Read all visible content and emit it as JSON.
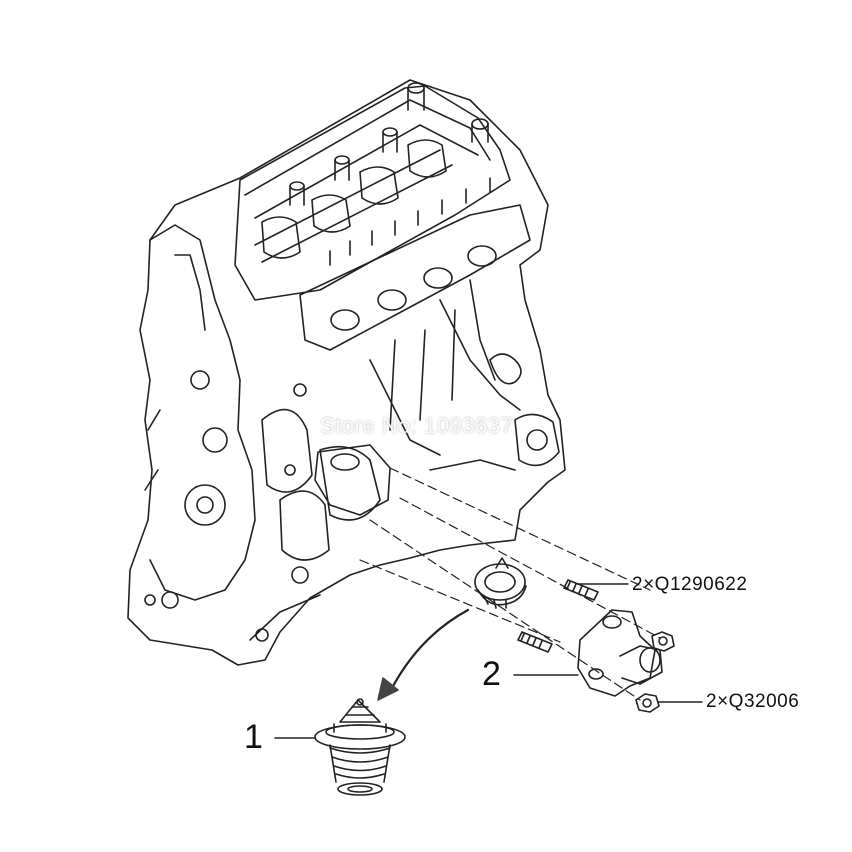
{
  "callouts": {
    "item1": "1",
    "item2": "2",
    "stud_part": "2×Q1290622",
    "nut_part": "2×Q32006"
  },
  "watermark": "Store No: 1093637",
  "colors": {
    "line": "#222222",
    "background": "#ffffff"
  }
}
